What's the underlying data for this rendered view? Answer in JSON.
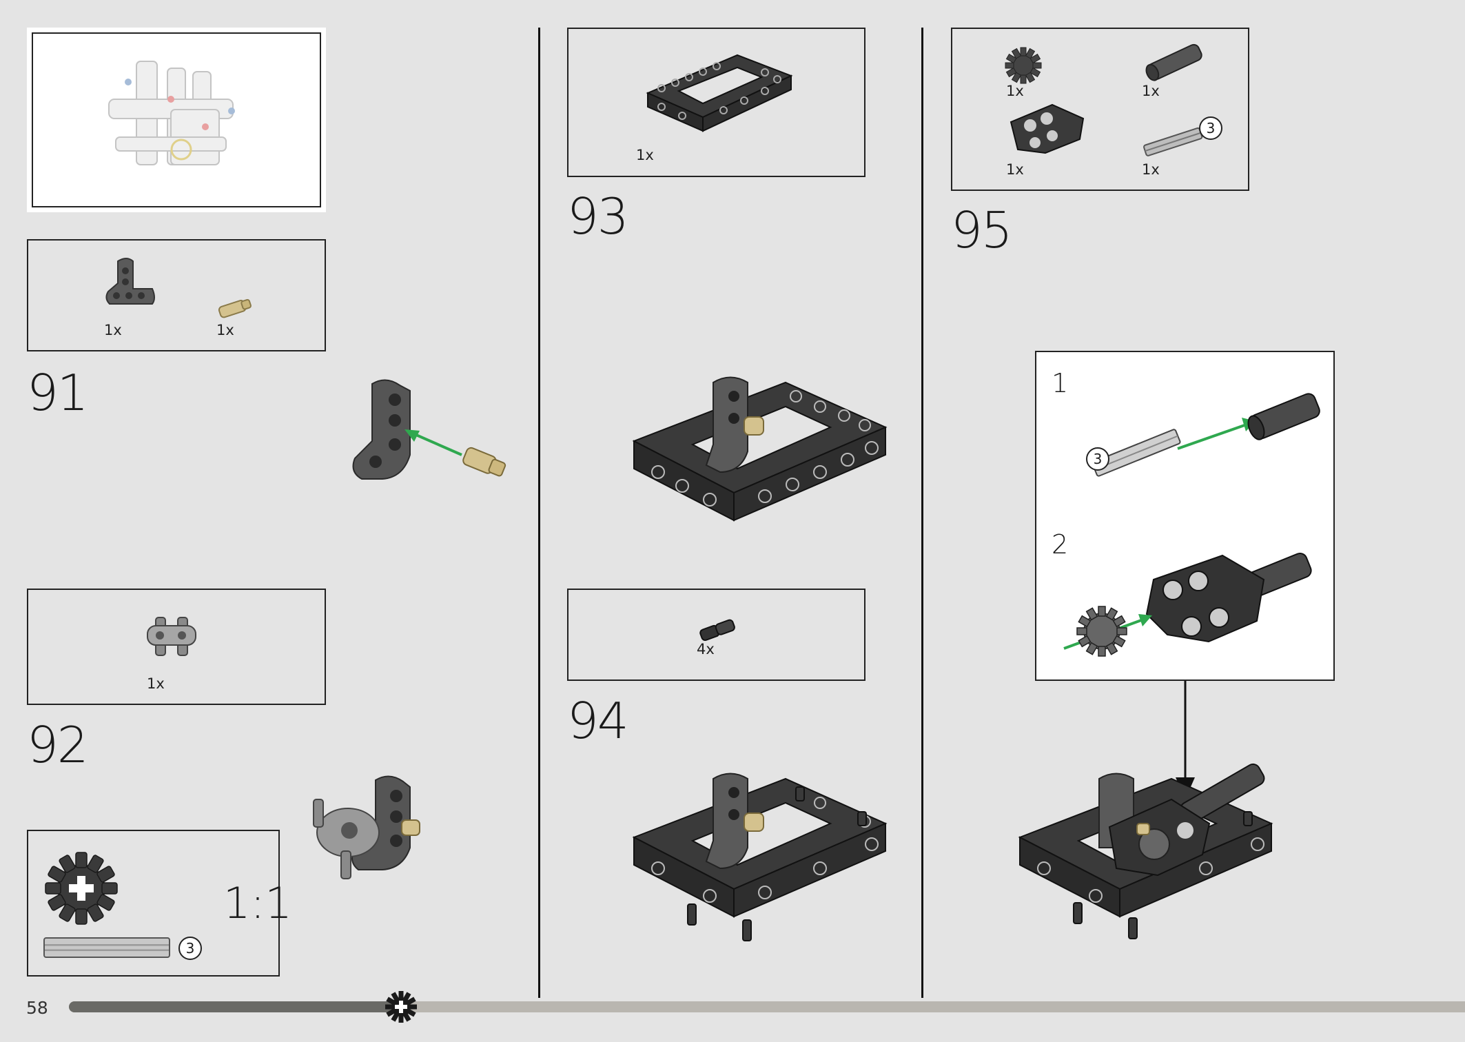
{
  "steps": {
    "s91": {
      "number": "91",
      "parts": [
        {
          "qty": "1x"
        },
        {
          "qty": "1x"
        }
      ]
    },
    "s92": {
      "number": "92",
      "parts": [
        {
          "qty": "1x"
        }
      ]
    },
    "s93": {
      "number": "93",
      "parts": [
        {
          "qty": "1x"
        }
      ]
    },
    "s94": {
      "number": "94",
      "parts": [
        {
          "qty": "4x"
        }
      ]
    },
    "s95": {
      "number": "95",
      "parts": [
        {
          "qty": "1x"
        },
        {
          "qty": "1x"
        },
        {
          "qty": "1x"
        },
        {
          "qty": "1x"
        }
      ],
      "axle_length": "3",
      "substeps": [
        {
          "number": "1",
          "axle_length": "3"
        },
        {
          "number": "2"
        }
      ]
    }
  },
  "scale_box": {
    "ratio": "1:1",
    "axle_length": "3"
  },
  "footer": {
    "page_number": "58"
  },
  "colors": {
    "background": "#e4e4e4",
    "dark_part": "#3a3a3a",
    "tan_pin": "#d4c28e",
    "arrow": "#2fa84f"
  }
}
